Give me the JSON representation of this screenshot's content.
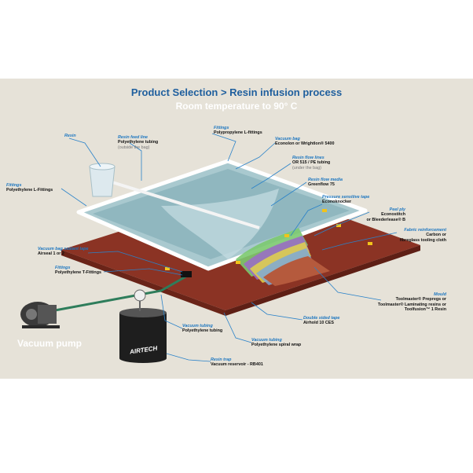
{
  "header": {
    "title": "Product Selection  >  Resin infusion process",
    "subtitle": "Room temperature to 90° C"
  },
  "labels": {
    "resin": {
      "cat": "Resin"
    },
    "resin_feed_line": {
      "cat": "Resin feed line",
      "prod": "Polyethylene tubing",
      "note": "(outside the bag)"
    },
    "fittings_top": {
      "cat": "Fittings",
      "prod": "Polypropylene L-fittings"
    },
    "vacuum_bag": {
      "cat": "Vacuum bag",
      "prod": "Econolon or Wrightlon® 5400"
    },
    "resin_flow_lines": {
      "cat": "Resin flow lines",
      "prod": "OR 515 / PE tubing",
      "note": "(under the bag)"
    },
    "resin_flow_media": {
      "cat": "Resin flow media",
      "prod": "Greenflow 75"
    },
    "fittings_left": {
      "cat": "Fittings",
      "prod": "Polyethylene L-Fittings"
    },
    "pressure_sensitive_tape": {
      "cat": "Pressure sensitive tape",
      "prod": "Econoknocker"
    },
    "peel_ply": {
      "cat": "Peel ply",
      "prod": "Econostitch",
      "prod2": "or Bleederlease® B"
    },
    "fabric_reinforcement": {
      "cat": "Fabric reinforcement",
      "prod": "Carbon or",
      "prod2": "fibreglass tooling cloth"
    },
    "vacuum_bag_sealant_tape": {
      "cat": "Vacuum bag sealant tape",
      "prod": "Airseal 1 or 2"
    },
    "fittings_t": {
      "cat": "Fittings",
      "prod": "Polyethylene T-Fittings"
    },
    "mould": {
      "cat": "Mould",
      "prod": "Toolmaster® Prepregs or",
      "prod2": "Toolmaster® Laminating resins or",
      "prod3": "Toolfusion™ 1 Resin"
    },
    "double_sided_tape": {
      "cat": "Double sided tape",
      "prod": "Airhold 10 CES"
    },
    "vacuum_tubing": {
      "cat": "Vacuum tubing",
      "prod": "Polyethylene tubing"
    },
    "vacuum_tubing_2": {
      "cat": "Vacuum tubing",
      "prod": "Polyethylene spiral wrap"
    },
    "resin_trap": {
      "cat": "Resin trap",
      "prod": "Vacuum reservoir - RB401"
    }
  },
  "vacuum_pump_label": "Vacuum pump",
  "brand": "AIRTECH",
  "colors": {
    "panel": "#e6e2d8",
    "title": "#1f5f9e",
    "category": "#1c76c0",
    "mould": "#8b3324",
    "bag": "#8fb6be",
    "leader": "#2a82c9"
  }
}
